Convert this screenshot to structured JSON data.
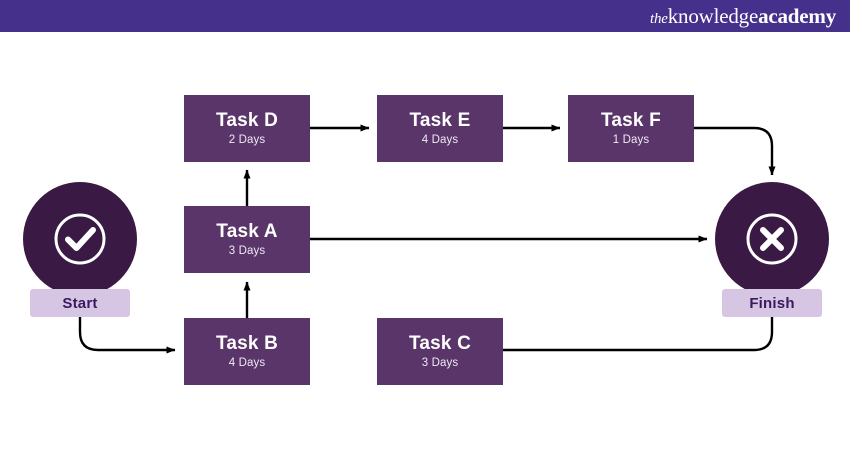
{
  "header": {
    "brand": {
      "the": "the",
      "knowledge": "knowledge",
      "academy": "academy"
    },
    "background_color": "#45308c"
  },
  "colors": {
    "header_bar": "#45308c",
    "task_box": "#5a3569",
    "terminator_circle": "#3a1a44",
    "terminator_label": "#d7c6e3",
    "terminator_label_text": "#3a1a5e",
    "edge_line": "#000000",
    "task_text": "#ffffff",
    "task_duration_text": "#efe8f3",
    "canvas": "#ffffff"
  },
  "diagram": {
    "type": "network-diagram",
    "nodes": [
      {
        "id": "start",
        "kind": "terminator",
        "label": "Start",
        "icon": "check-circle-icon"
      },
      {
        "id": "finish",
        "kind": "terminator",
        "label": "Finish",
        "icon": "x-circle-icon"
      },
      {
        "id": "taskD",
        "kind": "task",
        "name": "Task D",
        "duration": "2 Days"
      },
      {
        "id": "taskE",
        "kind": "task",
        "name": "Task E",
        "duration": "4 Days"
      },
      {
        "id": "taskF",
        "kind": "task",
        "name": "Task F",
        "duration": "1 Days"
      },
      {
        "id": "taskA",
        "kind": "task",
        "name": "Task A",
        "duration": "3 Days"
      },
      {
        "id": "taskB",
        "kind": "task",
        "name": "Task B",
        "duration": "4 Days"
      },
      {
        "id": "taskC",
        "kind": "task",
        "name": "Task C",
        "duration": "3 Days"
      }
    ],
    "edges": [
      {
        "from": "start",
        "to": "taskB",
        "style": "elbow-curved"
      },
      {
        "from": "taskB",
        "to": "taskA",
        "style": "straight-up"
      },
      {
        "from": "taskA",
        "to": "taskD",
        "style": "straight-up"
      },
      {
        "from": "taskD",
        "to": "taskE",
        "style": "straight-right"
      },
      {
        "from": "taskE",
        "to": "taskF",
        "style": "straight-right"
      },
      {
        "from": "taskF",
        "to": "finish",
        "style": "elbow-curved"
      },
      {
        "from": "taskA",
        "to": "finish",
        "style": "straight-right"
      },
      {
        "from": "taskC",
        "to": "finish",
        "style": "elbow-curved"
      }
    ]
  },
  "tasks": {
    "d": {
      "name": "Task D",
      "duration": "2 Days"
    },
    "e": {
      "name": "Task E",
      "duration": "4 Days"
    },
    "f": {
      "name": "Task F",
      "duration": "1 Days"
    },
    "a": {
      "name": "Task A",
      "duration": "3 Days"
    },
    "b": {
      "name": "Task B",
      "duration": "4 Days"
    },
    "c": {
      "name": "Task C",
      "duration": "3 Days"
    }
  },
  "terminators": {
    "start": {
      "label": "Start",
      "icon": "check-circle-icon"
    },
    "finish": {
      "label": "Finish",
      "icon": "x-circle-icon"
    }
  }
}
